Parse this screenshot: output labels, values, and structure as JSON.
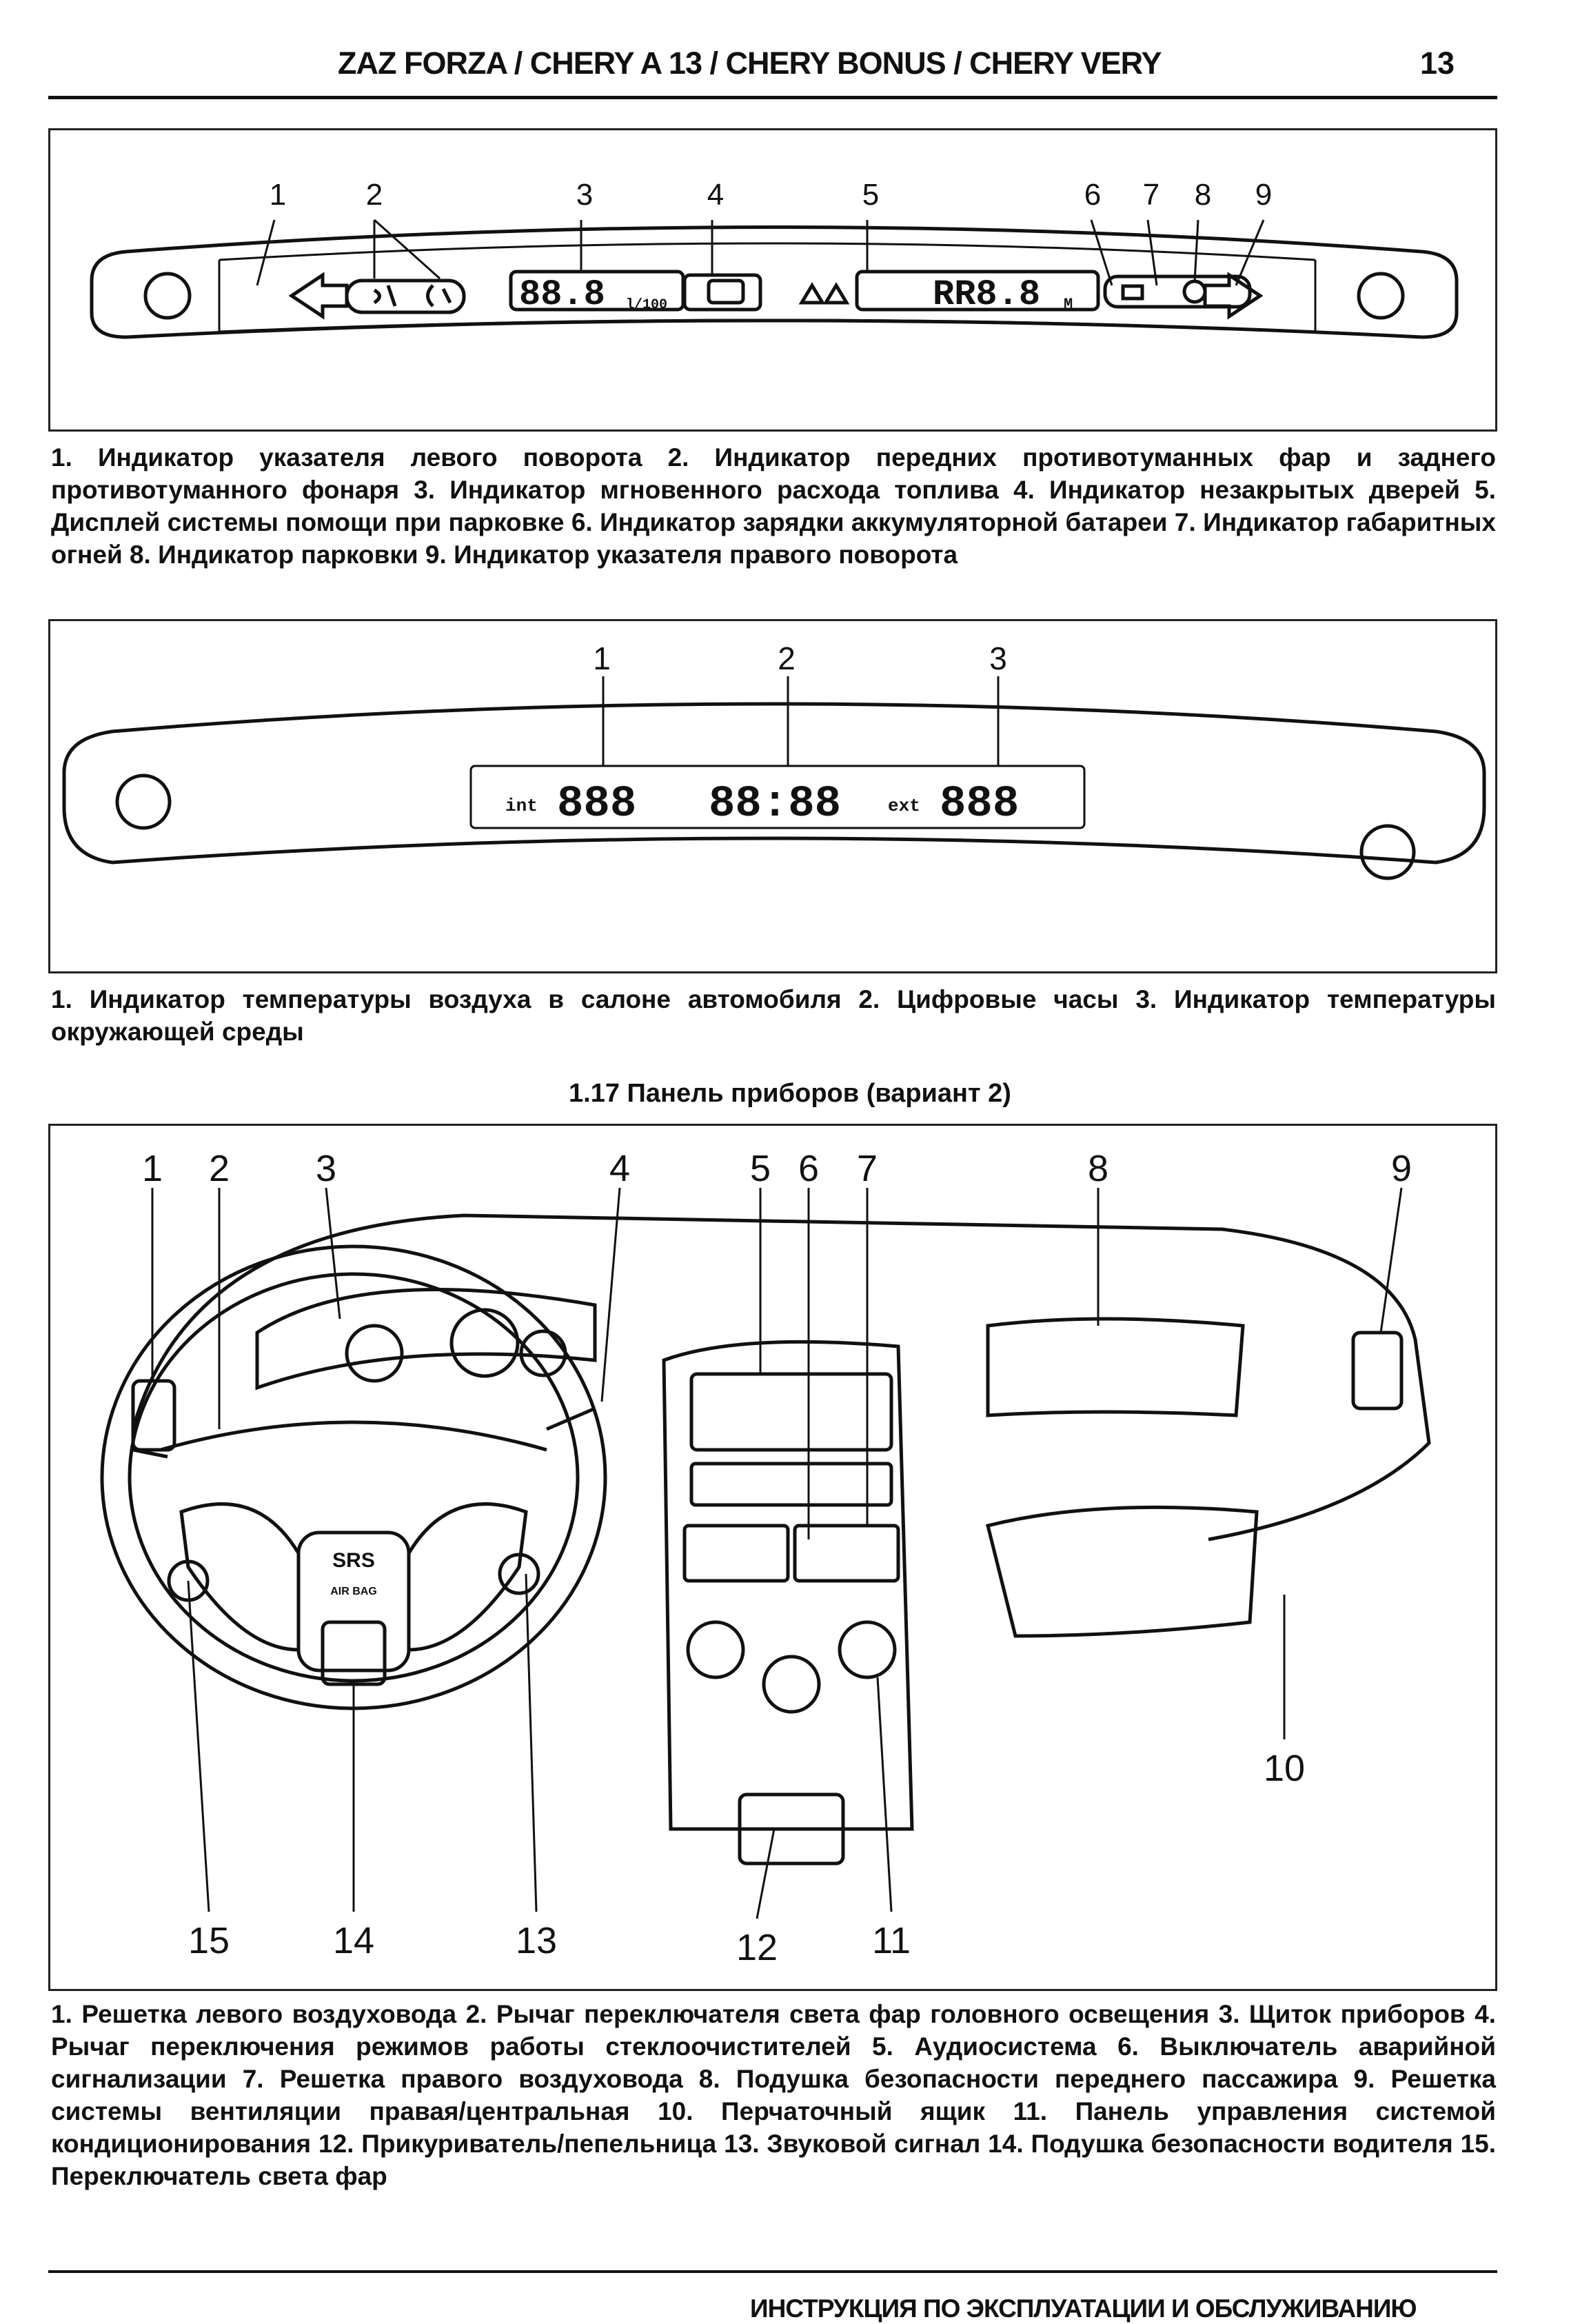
{
  "header": {
    "title": "ZAZ FORZA / CHERY A 13 / CHERY BONUS / CHERY VERY",
    "page_number": "13"
  },
  "figure1": {
    "labels": [
      "1",
      "2",
      "3",
      "4",
      "5",
      "6",
      "7",
      "8",
      "9"
    ],
    "display": {
      "fuel": "88.8",
      "fuel_unit": "l/100",
      "parking_distance": "RR8.8",
      "parking_unit": "M"
    },
    "caption": "1. Индикатор указателя левого поворота 2. Индикатор передних противотуманных фар и заднего противотуманного фонаря 3. Индикатор мгновенного расхода топлива 4. Индикатор незакрытых дверей 5. Дисплей системы помощи при парковке 6. Индикатор зарядки аккумуляторной батареи 7. Индикатор габаритных огней 8. Индикатор парковки 9. Индикатор указателя правого поворота"
  },
  "figure2": {
    "labels": [
      "1",
      "2",
      "3"
    ],
    "display": {
      "inside_label": "int",
      "inside_value": "888",
      "clock": "88:88",
      "outside_label": "ext",
      "outside_value": "888"
    },
    "caption": "1. Индикатор температуры воздуха в салоне автомобиля 2. Цифровые часы 3. Индикатор температуры окружающей среды"
  },
  "figure3": {
    "title": "1.17 Панель приборов (вариант 2)",
    "labels_top": [
      "1",
      "2",
      "3",
      "4",
      "5",
      "6",
      "7",
      "8",
      "9"
    ],
    "labels_bottom": [
      "15",
      "14",
      "13",
      "12",
      "11",
      "10"
    ],
    "steering_text": {
      "srs": "SRS",
      "airbag": "AIR BAG"
    },
    "caption": "1. Решетка левого воздуховода 2. Рычаг переключателя света фар головного освещения 3. Щиток приборов 4. Рычаг переключения режимов работы стеклоочистителей 5. Аудиосистема 6. Выключатель аварийной сигнализации 7. Решетка правого воздуховода 8. Подушка безопасности переднего пассажира 9. Решетка системы вентиляции правая/центральная 10. Перчаточный ящик 11. Панель управления системой кондиционирования 12. Прикуриватель/пепельница 13. Звуковой сигнал 14. Подушка безопасности водителя 15. Переключатель света фар"
  },
  "footer": {
    "title": "ИНСТРУКЦИЯ ПО ЭКСПЛУАТАЦИИ И ОБСЛУЖИВАНИЮ"
  }
}
